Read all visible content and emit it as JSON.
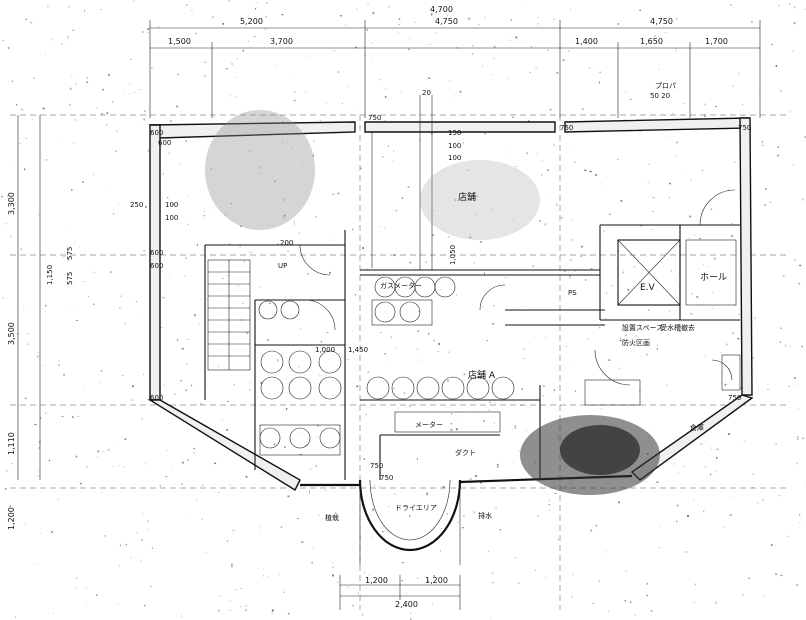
{
  "dimensions": {
    "top_overall": [
      "4,700"
    ],
    "top_row1": [
      "5,200",
      "4,750",
      "4,750"
    ],
    "top_row2": [
      "1,500",
      "3,700",
      "1,400",
      "1,650",
      "1,700"
    ],
    "left_vertical": [
      "3,300",
      "3,500",
      "1,110",
      "1,200"
    ],
    "left_small": [
      "600",
      "600",
      "600",
      "600",
      "250",
      "100",
      "100",
      "600",
      "1,150",
      "575",
      "575"
    ],
    "bottom": [
      "1,200",
      "1,200",
      "2,400"
    ],
    "misc": [
      "20",
      "750",
      "750",
      "750",
      "750",
      "150",
      "100",
      "200",
      "100",
      "1,000",
      "1,450",
      "50 20",
      "750",
      "750",
      "1,050"
    ]
  },
  "rooms": {
    "store": "店舗",
    "store_a": "店舗 A",
    "hall": "ホール",
    "elevator": "E.V",
    "up": "UP",
    "gas_meter": "ガスメーター",
    "duct": "ダクト",
    "drain": "排水",
    "dry_area": "ドライエリア",
    "planting": "植栽",
    "water_meter": "メーター",
    "storage": "倉庫",
    "note": "プロパ"
  },
  "labels": {
    "pipe_space": "PS",
    "note1": "設置スペース",
    "note2": "受水槽撤去",
    "note3": "防火区画"
  }
}
